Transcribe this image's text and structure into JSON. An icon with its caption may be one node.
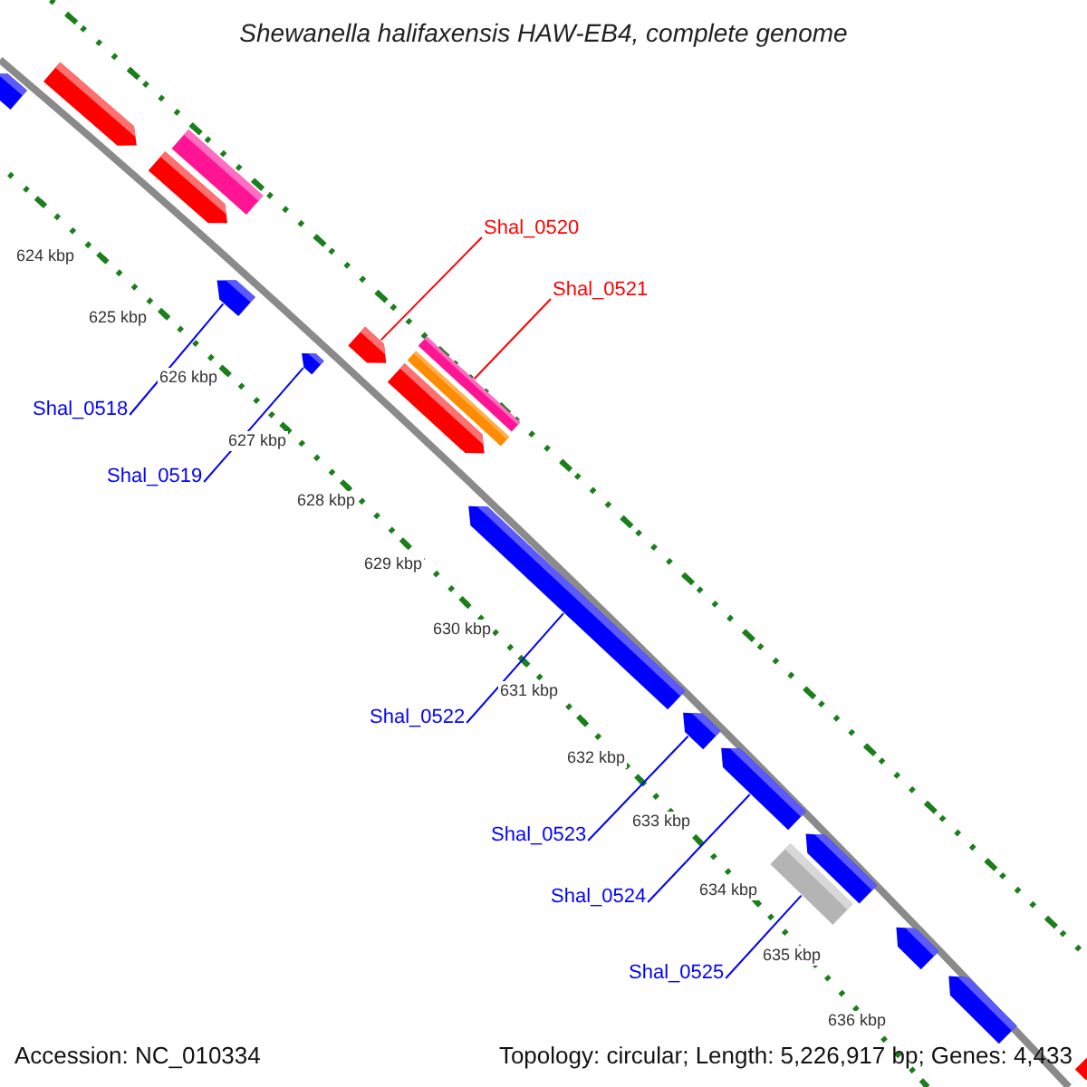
{
  "diagram": {
    "title": "Shewanella halifaxensis HAW-EB4, complete genome",
    "nodes": [
      {
        "text": [],
        "shape": "arrow"
      },
      {
        "text": [],
        "shape": "arrow"
      },
      {
        "text": [],
        "shape": "bar"
      },
      {
        "text": [],
        "shape": "arrow"
      },
      {
        "text": [
          "Shal_0520"
        ]
      },
      {
        "text": [],
        "shape": "arrow"
      },
      {
        "text": [
          "Shal_0521"
        ]
      },
      {
        "text": [],
        "shape": "arrow"
      },
      {
        "text": [],
        "shape": "arrow"
      },
      {
        "text": [],
        "shape": "bar"
      },
      {
        "text": [],
        "shape": "bar"
      },
      {
        "text": [
          "Shal_0518"
        ]
      },
      {
        "text": [],
        "shape": "arrow"
      },
      {
        "text": [
          "Shal_0519"
        ]
      },
      {
        "text": [],
        "shape": "arrow"
      },
      {
        "text": [
          "Shal_0522"
        ]
      },
      {
        "text": [],
        "shape": "arrow"
      },
      {
        "text": [],
        "shape": "arrow"
      },
      {
        "text": [
          "Shal_0523"
        ]
      },
      {
        "text": [],
        "shape": "arrow"
      },
      {
        "text": [],
        "shape": "bar"
      },
      {
        "text": [
          "Shal_0524"
        ]
      },
      {
        "text": [],
        "shape": "arrow"
      },
      {
        "text": [
          "Shal_0525"
        ]
      },
      {
        "text": [],
        "shape": "arrow"
      },
      {
        "text": [],
        "shape": "arrow"
      }
    ],
    "edges": [
      {
        "from": 11,
        "to": 5,
        "arrow": "none"
      },
      {
        "from": 13,
        "to": 8,
        "arrow": "none"
      },
      {
        "from": 4,
        "to": 7,
        "arrow": "none",
        "color": "#ff0000"
      },
      {
        "from": 6,
        "to": 9,
        "arrow": "none",
        "color": "#ff0000"
      },
      {
        "from": 15,
        "to": 14,
        "arrow": "none"
      },
      {
        "from": 18,
        "to": 16,
        "arrow": "none"
      },
      {
        "from": 21,
        "to": 17,
        "arrow": "none"
      },
      {
        "from": 23,
        "to": 20,
        "arrow": "none"
      }
    ],
    "labels": [
      "624 kbp",
      "625 kbp",
      "626 kbp",
      "627 kbp",
      "628 kbp",
      "629 kbp",
      "630 kbp",
      "631 kbp",
      "632 kbp",
      "633 kbp",
      "634 kbp",
      "635 kbp",
      "636 kbp",
      "Accession: NC_010334",
      "Topology: circular; Length: 5,226,917 bp; Genes: 4,433"
    ]
  }
}
